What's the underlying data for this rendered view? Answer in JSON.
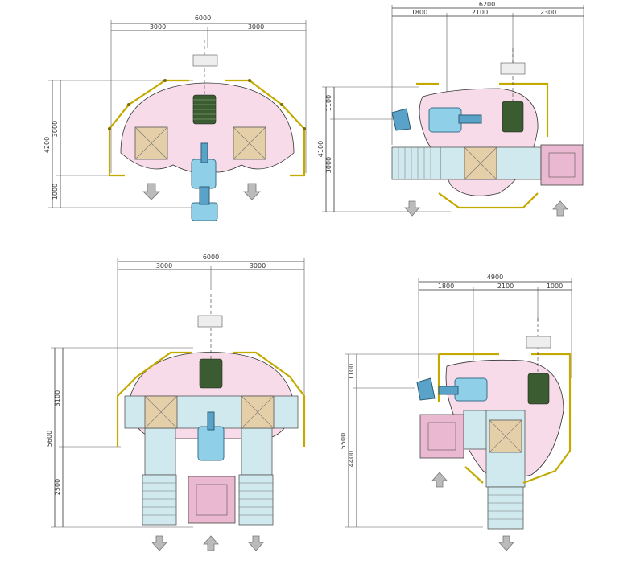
{
  "layouts": {
    "top_left": {
      "dims": {
        "total": "6000",
        "left": "3000",
        "right": "3000",
        "height": "4200",
        "upper": "3000",
        "lower": "1000"
      }
    },
    "top_right": {
      "dims": {
        "total": "6200",
        "seg1": "1800",
        "seg2": "2100",
        "seg3": "2300",
        "height": "4100",
        "upper": "1100",
        "lower": "3000"
      }
    },
    "bottom_left": {
      "dims": {
        "total": "6000",
        "left": "3000",
        "right": "3000",
        "height": "5600",
        "upper": "3100",
        "lower": "2500"
      }
    },
    "bottom_right": {
      "dims": {
        "total": "4900",
        "seg1": "1800",
        "seg2": "2100",
        "seg3": "1000",
        "height": "5500",
        "upper": "1100",
        "lower": "4400"
      }
    }
  },
  "icons": [
    "robot-arm-icon",
    "welding-table-icon",
    "wire-coil-icon",
    "flow-arrow-icon",
    "conveyor-icon",
    "safety-fence-icon"
  ],
  "colors": {
    "fence": "#c4a900",
    "zone": "#f7dbe8",
    "robot": "#8fd0e8",
    "table": "#e5cfa8",
    "conveyor": "#cfe9ee",
    "pallet": "#eab8d0",
    "coil": "#3b5b31"
  }
}
